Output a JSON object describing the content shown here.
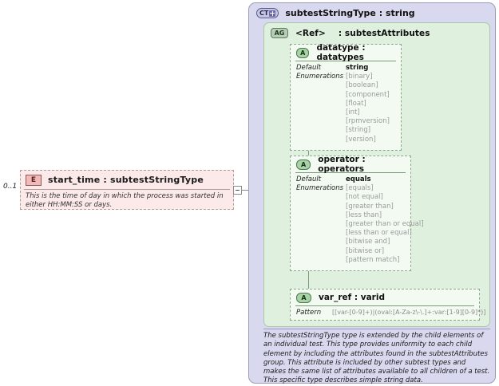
{
  "left_element": {
    "cardinality": "0..1",
    "badge": "E",
    "title": "start_time : subtestStringType",
    "documentation": "This is the time of day in which the process was started in either HH:MM:SS or days."
  },
  "complex_type": {
    "badge": "CT",
    "title": "subtestStringType : string",
    "group": {
      "badge": "AG",
      "ref_label": "<Ref>",
      "type_label": ": subtestAttributes"
    },
    "attributes": [
      {
        "badge": "A",
        "title": "datatype : datatypes",
        "rows": [
          {
            "label": "Default",
            "value": "string",
            "is_default": true
          },
          {
            "label": "Enumerations",
            "value": "[binary]",
            "is_default": false
          }
        ],
        "enumerations": [
          "[binary]",
          "[boolean]",
          "[component]",
          "[float]",
          "[int]",
          "[rpmversion]",
          "[string]",
          "[version]"
        ],
        "label_default": "Default",
        "label_enumerations": "Enumerations",
        "default_value": "string"
      },
      {
        "badge": "A",
        "title": "operator : operators",
        "label_default": "Default",
        "label_enumerations": "Enumerations",
        "default_value": "equals",
        "enumerations": [
          "[equals]",
          "[not equal]",
          "[greater than]",
          "[less than]",
          "[greater than or equal]",
          "[less than or equal]",
          "[bitwise and]",
          "[bitwise or]",
          "[pattern match]"
        ]
      },
      {
        "badge": "A",
        "title": "var_ref   : varid",
        "label_pattern": "Pattern",
        "pattern_value": "[[var-[0-9]+)|(oval:[A-Za-z\\-\\.]+:var:[1-9][0-9]*)]"
      }
    ],
    "documentation": "The subtestStringType type is extended by the child elements of an individual test.  This type provides uniformity to each child element by including the attributes found in the subtestAttributes group.  This attribute is included by other subtest types and makes the same list of attributes available to all children of a test.  This specific type describes simple string data."
  },
  "colors": {
    "ct_panel_bg": "#d8d8ee",
    "ag_panel_bg": "#dff0df",
    "attr_box_bg": "#f2faf2",
    "element_bg": "#fce9e9"
  }
}
